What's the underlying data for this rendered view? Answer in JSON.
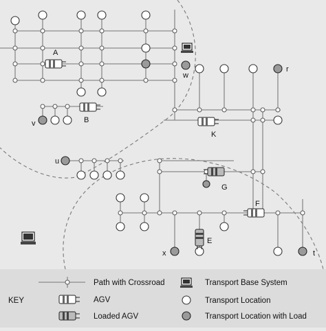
{
  "vehicles": {
    "A": "A",
    "B": "B",
    "K": "K",
    "G": "G",
    "F": "F",
    "E": "E"
  },
  "stations": {
    "w": "w",
    "r": "r",
    "v": "v",
    "u": "u",
    "x": "x",
    "t": "t"
  },
  "legend": {
    "key_title": "KEY",
    "path_label": "Path with Crossroad",
    "agv_label": "AGV",
    "loaded_agv_label": "Loaded AGV",
    "base_label": "Transport Base System",
    "location_label": "Transport Location",
    "loaded_location_label": "Transport Location with Load"
  },
  "colors": {
    "background": "#e9e9e9",
    "legend_band": "#dcdcdc",
    "path": "#8a8a8a",
    "load": "#9a9a9a"
  }
}
